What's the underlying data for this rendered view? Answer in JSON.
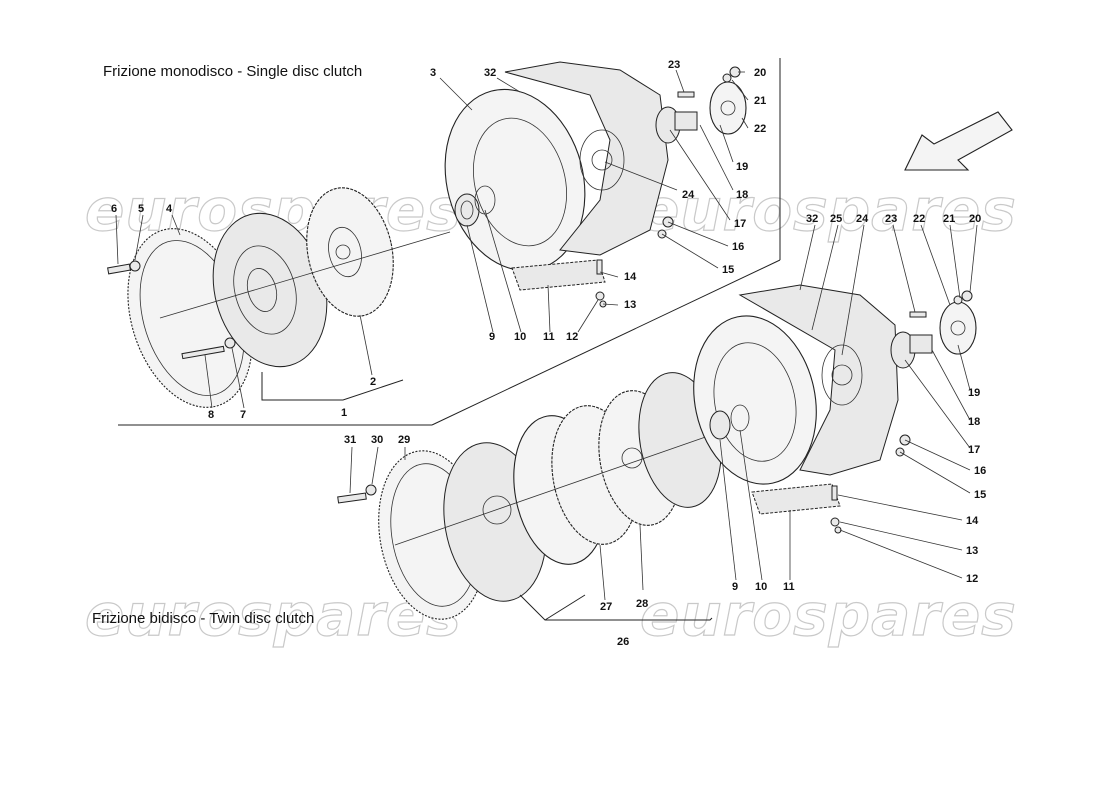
{
  "captions": {
    "single": "Frizione monodisco - Single disc clutch",
    "twin": "Frizione bidisco - Twin disc clutch"
  },
  "watermark": "eurospares",
  "callouts_single": [
    "3",
    "32",
    "23",
    "20",
    "21",
    "22",
    "19",
    "18",
    "24",
    "17",
    "16",
    "15",
    "14",
    "13",
    "12",
    "11",
    "10",
    "9",
    "6",
    "5",
    "4",
    "2",
    "1",
    "7",
    "8"
  ],
  "callouts_twin": [
    "32",
    "25",
    "24",
    "23",
    "22",
    "21",
    "20",
    "19",
    "18",
    "17",
    "16",
    "15",
    "14",
    "13",
    "12",
    "11",
    "10",
    "9",
    "31",
    "30",
    "29",
    "27",
    "28",
    "26"
  ]
}
